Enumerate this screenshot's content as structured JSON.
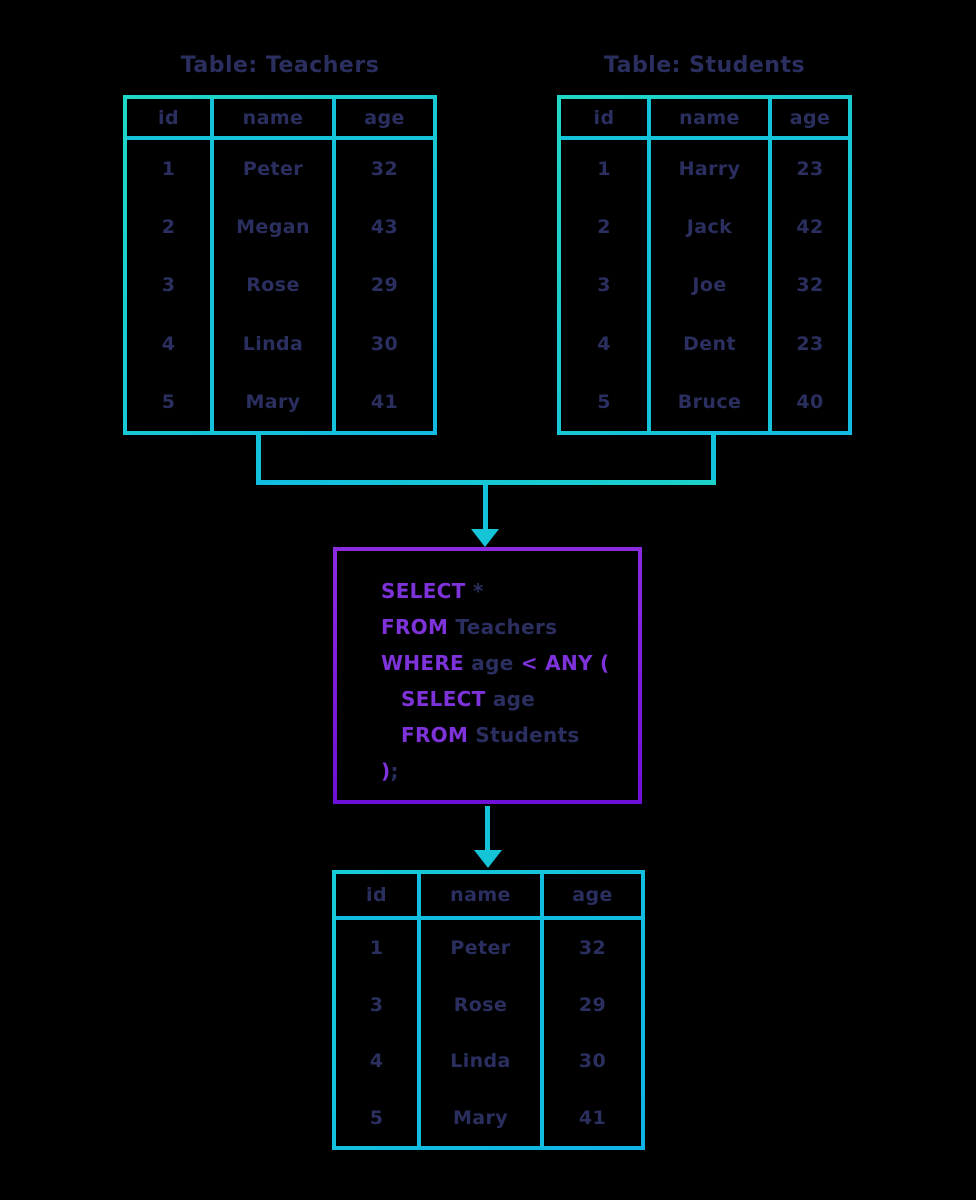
{
  "teachers": {
    "title": "Table: Teachers",
    "headers": [
      "id",
      "name",
      "age"
    ],
    "rows": [
      [
        "1",
        "Peter",
        "32"
      ],
      [
        "2",
        "Megan",
        "43"
      ],
      [
        "3",
        "Rose",
        "29"
      ],
      [
        "4",
        "Linda",
        "30"
      ],
      [
        "5",
        "Mary",
        "41"
      ]
    ]
  },
  "students": {
    "title": "Table: Students",
    "headers": [
      "id",
      "name",
      "age"
    ],
    "rows": [
      [
        "1",
        "Harry",
        "23"
      ],
      [
        "2",
        "Jack",
        "42"
      ],
      [
        "3",
        "Joe",
        "32"
      ],
      [
        "4",
        "Dent",
        "23"
      ],
      [
        "5",
        "Bruce",
        "40"
      ]
    ]
  },
  "sql": {
    "lines": [
      {
        "tokens": [
          {
            "text": "SELECT",
            "type": "keyword"
          },
          {
            "text": " *",
            "type": "plain"
          }
        ]
      },
      {
        "tokens": [
          {
            "text": "FROM",
            "type": "keyword"
          },
          {
            "text": " Teachers",
            "type": "plain"
          }
        ]
      },
      {
        "tokens": [
          {
            "text": "WHERE",
            "type": "keyword"
          },
          {
            "text": " age ",
            "type": "plain"
          },
          {
            "text": "< ANY (",
            "type": "keyword"
          }
        ]
      },
      {
        "tokens": [
          {
            "text": "SELECT",
            "type": "keyword"
          },
          {
            "text": " age",
            "type": "plain"
          }
        ]
      },
      {
        "tokens": [
          {
            "text": "FROM",
            "type": "keyword"
          },
          {
            "text": " Students",
            "type": "plain"
          }
        ]
      },
      {
        "tokens": [
          {
            "text": ")",
            "type": "keyword"
          },
          {
            "text": ";",
            "type": "plain"
          }
        ]
      }
    ]
  },
  "result": {
    "headers": [
      "id",
      "name",
      "age"
    ],
    "rows": [
      [
        "1",
        "Peter",
        "32"
      ],
      [
        "3",
        "Rose",
        "29"
      ],
      [
        "4",
        "Linda",
        "30"
      ],
      [
        "5",
        "Mary",
        "41"
      ]
    ]
  },
  "colors": {
    "background": "#000000",
    "table_stroke_teal": "#1fd8c6",
    "table_stroke_blue": "#12b9e0",
    "connector": "#13c3db",
    "sql_border": "#7d1fdc",
    "keyword_purple": "#7e33da",
    "text_navy": "#2b2f5f"
  }
}
